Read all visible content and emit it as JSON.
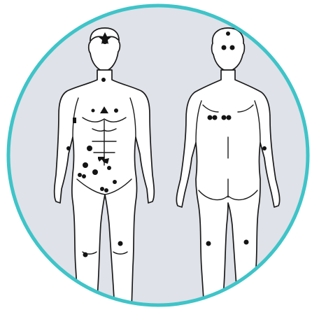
{
  "colors": {
    "ring": "#3fc4c8",
    "disc_fill": "#dfe2e9",
    "body_fill": "#ffffff",
    "outline": "#1a1a1a",
    "marker": "#141414",
    "page_bg": "#ffffff"
  },
  "figures": [
    {
      "id": "front",
      "view": "front-view-figure"
    },
    {
      "id": "back",
      "view": "back-view-figure"
    }
  ],
  "icons": [
    "body-diagram-icon"
  ]
}
